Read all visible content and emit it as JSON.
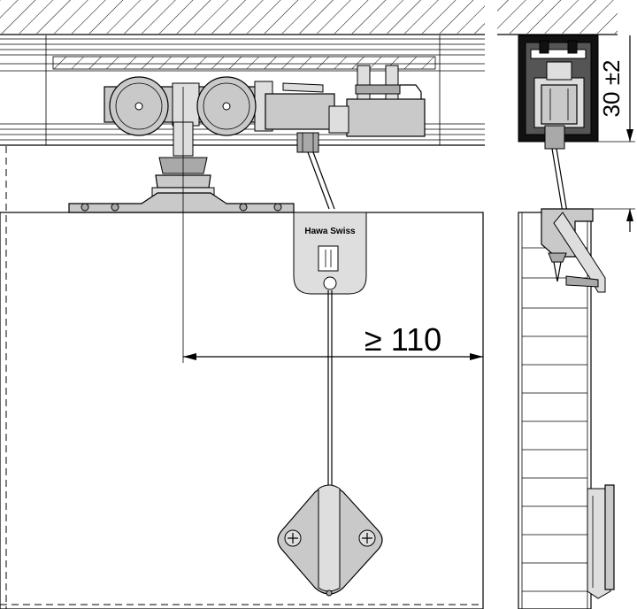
{
  "brand_label": "Hawa Swiss",
  "dimensions": {
    "min_distance": "≥ 110",
    "height": "30 ±2"
  }
}
